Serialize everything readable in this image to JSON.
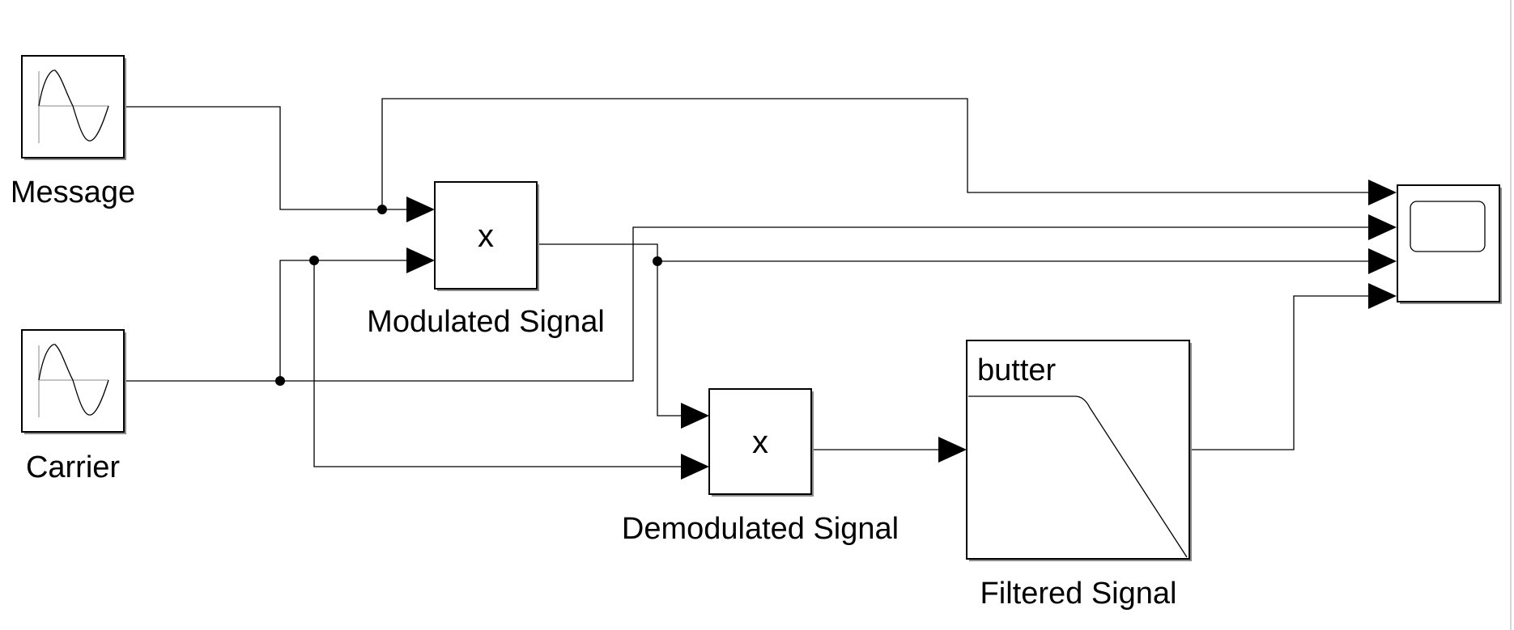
{
  "blocks": {
    "message": {
      "label": "Message",
      "icon": "sine-wave-icon"
    },
    "carrier": {
      "label": "Carrier",
      "icon": "sine-wave-icon"
    },
    "modulated": {
      "label": "Modulated Signal",
      "operator": "x"
    },
    "demodulated": {
      "label": "Demodulated Signal",
      "operator": "x"
    },
    "filtered": {
      "label": "Filtered Signal",
      "filter_name": "butter",
      "icon": "lowpass-response-icon"
    },
    "scope": {
      "icon": "scope-screen-icon",
      "input_ports": 4
    }
  },
  "colors": {
    "line": "#000000",
    "background": "#ffffff",
    "shadow": "#8c8c8c"
  }
}
